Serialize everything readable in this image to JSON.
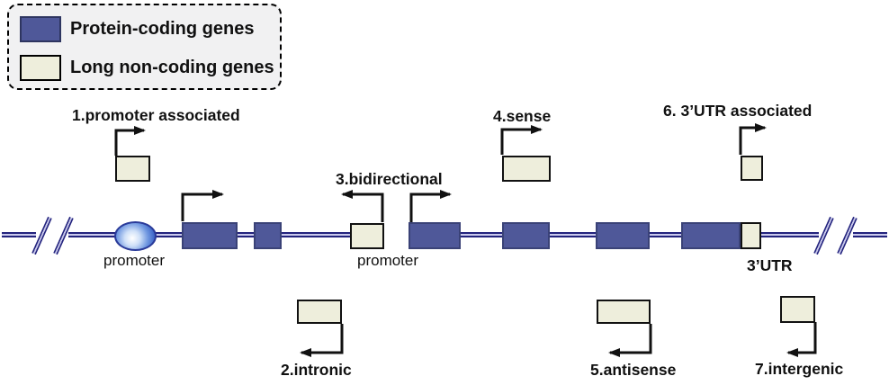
{
  "figure": {
    "description": "Classification of long non-coding genes relative to protein-coding genes"
  },
  "legend": {
    "items": [
      {
        "label": "Protein-coding genes",
        "color": "#4f5899"
      },
      {
        "label": "Long non-coding genes",
        "color": "#eeeedc"
      }
    ]
  },
  "labels": {
    "promoter_associated": "1.promoter associated",
    "intronic": "2.intronic",
    "bidirectional": "3.bidirectional",
    "sense": "4.sense",
    "antisense": "5.antisense",
    "utr_associated": "6. 3’UTR associated",
    "intergenic": "7.intergenic",
    "promoter_left": "promoter",
    "promoter_mid": "promoter",
    "utr": "3’UTR"
  },
  "colors": {
    "protein_coding_fill": "#4f5899",
    "long_non_coding_fill": "#eeeedc",
    "dna_line": "#23237d",
    "arrow": "#111111",
    "legend_background": "#f1f1f2"
  }
}
